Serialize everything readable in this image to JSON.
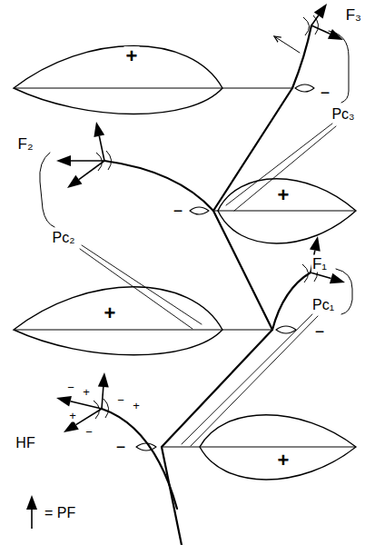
{
  "diagram": {
    "nodes": [
      {
        "text": [
          "+"
        ]
      },
      {
        "text": [
          "+"
        ]
      },
      {
        "text": [
          "+"
        ]
      },
      {
        "text": [
          "+"
        ]
      }
    ],
    "labels": [
      "F₃",
      "Pc₃",
      "F₂",
      "Pc₂",
      "F₁",
      "Pc₁",
      "HF",
      "−",
      "−",
      "−",
      "−",
      "−",
      "+",
      "−",
      "+",
      "+",
      "−"
    ],
    "legend": [
      {
        "text": "= PF"
      }
    ]
  }
}
